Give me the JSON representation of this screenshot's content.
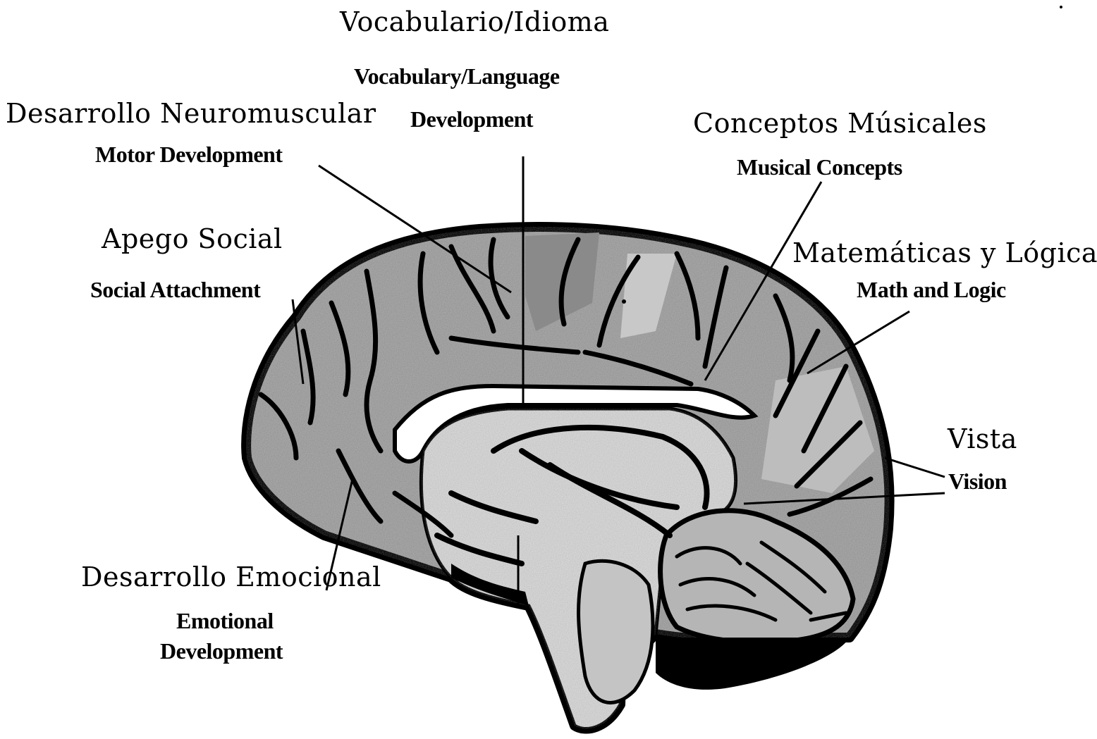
{
  "labels": {
    "vocabulary": {
      "es": "Vocabulario/Idioma",
      "en_line1": "Vocabulary/Language",
      "en_line2": "Development"
    },
    "motor": {
      "es": "Desarrollo Neuromuscular",
      "en": "Motor Development"
    },
    "musical": {
      "es": "Conceptos Músicales",
      "en": "Musical Concepts"
    },
    "social": {
      "es": "Apego Social",
      "en": "Social Attachment"
    },
    "math": {
      "es": "Matemáticas y Lógica",
      "en": "Math and Logic"
    },
    "vision": {
      "es": "Vista",
      "en": "Vision"
    },
    "emotional": {
      "es": "Desarrollo Emocional",
      "en_line1": "Emotional",
      "en_line2": "Development"
    }
  },
  "colors": {
    "ink": "#000000",
    "cortex_shade": "#a9a9a9",
    "cortex_dark": "#8a8a8a",
    "inner_light": "#d9d9d9",
    "background": "#ffffff"
  }
}
